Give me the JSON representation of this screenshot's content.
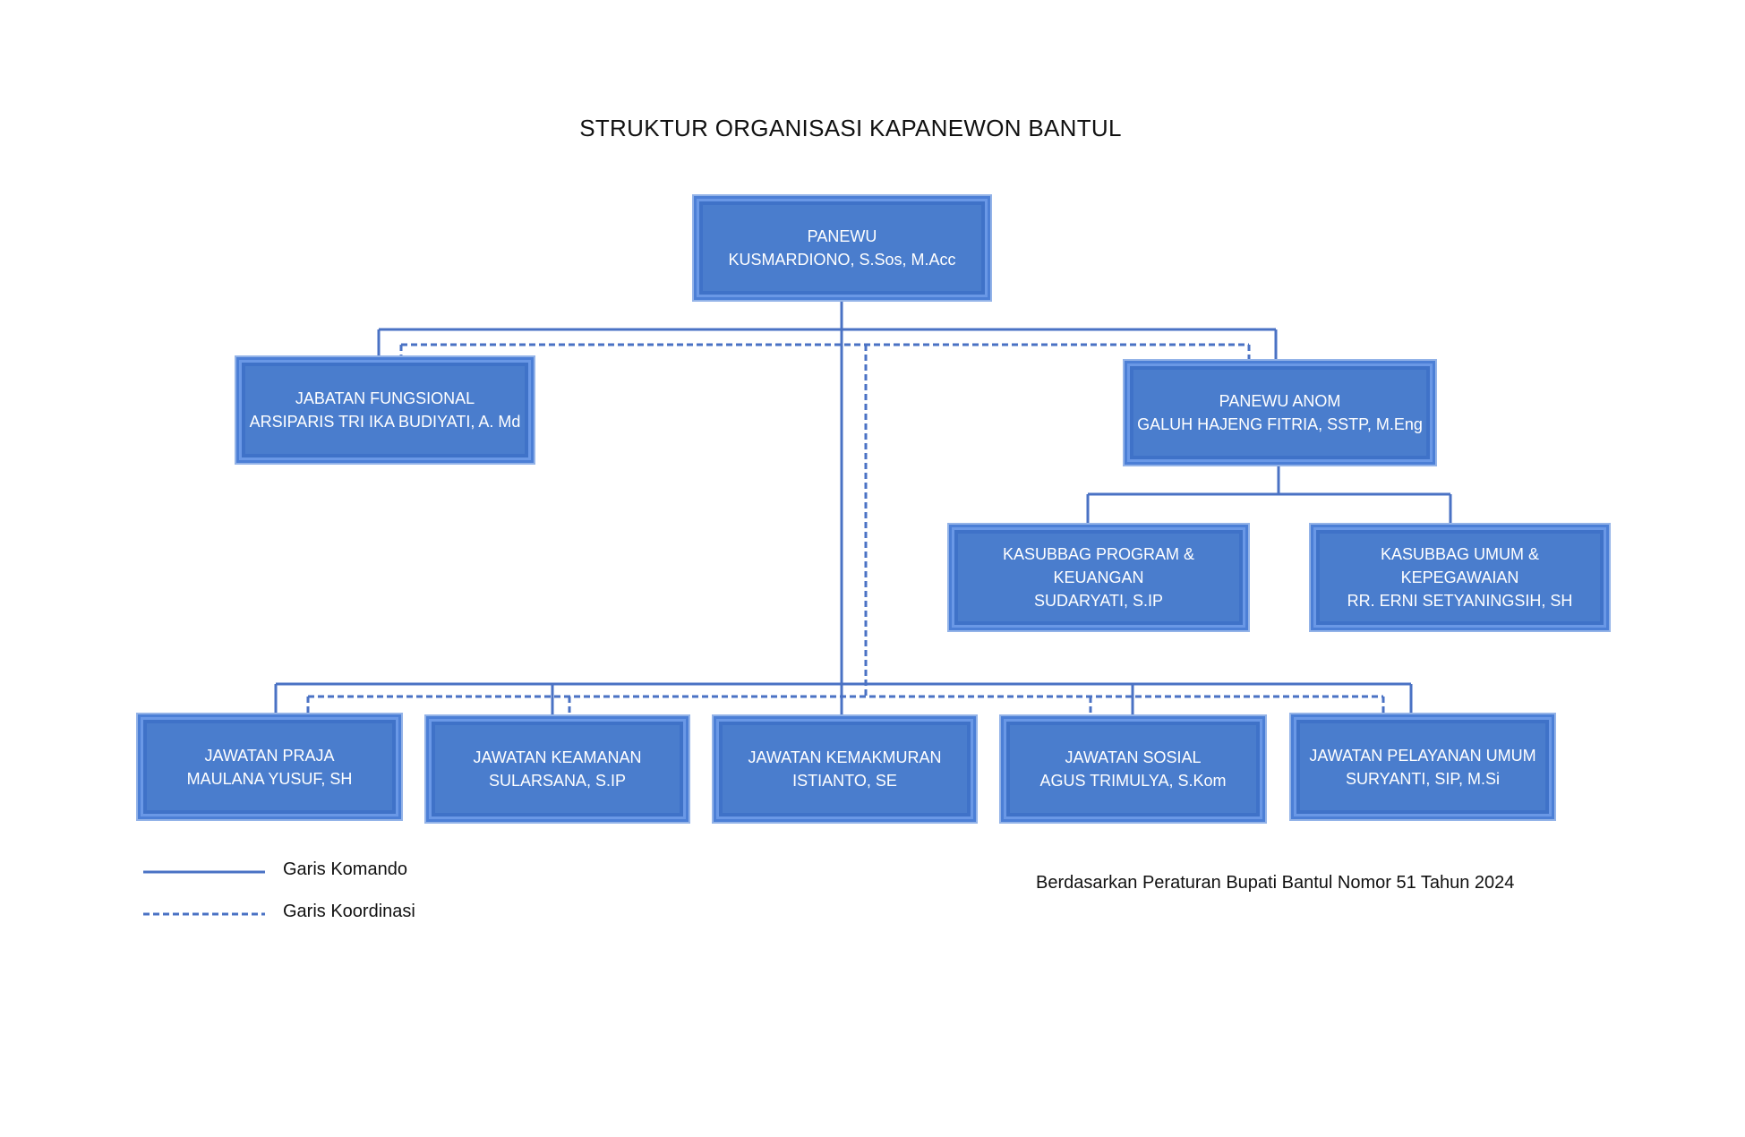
{
  "title": "STRUKTUR ORGANISASI KAPANEWON BANTUL",
  "colors": {
    "line": "#4a72c4",
    "box": "#4a7dcd",
    "text": "#ffffff"
  },
  "panewu": {
    "title": "PANEWU",
    "name": "KUSMARDIONO, S.Sos, M.Acc"
  },
  "fungsional": {
    "title": "JABATAN FUNGSIONAL",
    "name": "ARSIPARIS TRI IKA BUDIYATI, A. Md"
  },
  "panewu_anom": {
    "title": "PANEWU ANOM",
    "name": "GALUH HAJENG FITRIA, SSTP, M.Eng"
  },
  "kasubbag_program": {
    "line1": "KASUBBAG PROGRAM &",
    "line2": "KEUANGAN",
    "name": "SUDARYATI, S.IP"
  },
  "kasubbag_umum": {
    "line1": "KASUBBAG UMUM &",
    "line2": "KEPEGAWAIAN",
    "name": "RR. ERNI SETYANINGSIH, SH"
  },
  "jawatan": [
    {
      "title": "JAWATAN PRAJA",
      "name": "MAULANA YUSUF, SH"
    },
    {
      "title": "JAWATAN KEAMANAN",
      "name": "SULARSANA, S.IP"
    },
    {
      "title": "JAWATAN KEMAKMURAN",
      "name": "ISTIANTO, SE"
    },
    {
      "title": "JAWATAN SOSIAL",
      "name": "AGUS TRIMULYA, S.Kom"
    },
    {
      "title": "JAWATAN PELAYANAN UMUM",
      "name": "SURYANTI, SIP, M.Si"
    }
  ],
  "legend": {
    "komando": "Garis Komando",
    "koordinasi": "Garis Koordinasi"
  },
  "note": "Berdasarkan Peraturan Bupati Bantul Nomor 51 Tahun 2024"
}
